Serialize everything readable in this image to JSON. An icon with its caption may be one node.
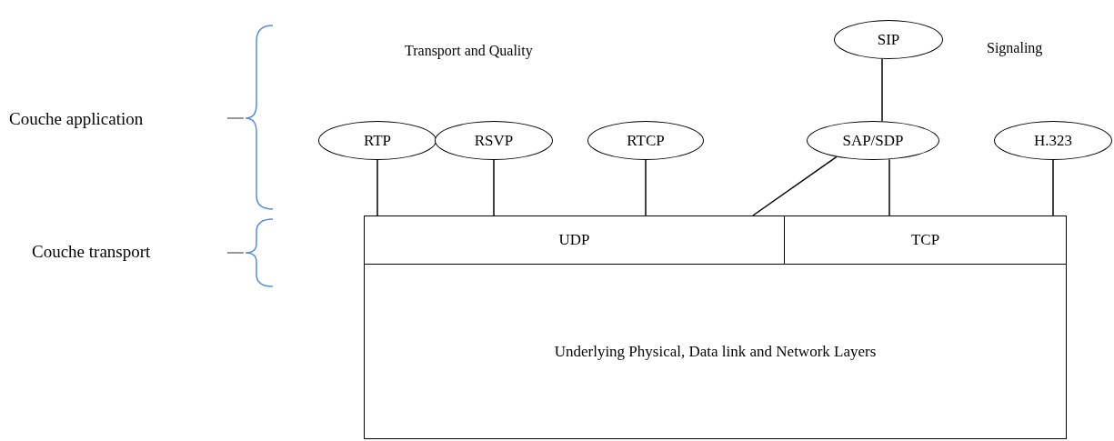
{
  "diagram": {
    "nodes": [
      {
        "text": [
          "SIP"
        ]
      },
      {
        "text": [
          "RTP"
        ]
      },
      {
        "text": [
          "RSVP"
        ]
      },
      {
        "text": [
          "RTCP"
        ]
      },
      {
        "text": [
          "SAP/SDP"
        ]
      },
      {
        "text": [
          "H.323"
        ]
      },
      {
        "text": [
          "UDP"
        ]
      },
      {
        "text": [
          "TCP"
        ]
      },
      {
        "text": [
          "Underlying Physical, Data link and Network Layers"
        ]
      }
    ],
    "edges": [
      {
        "from": 0,
        "to": 4,
        "arrow": "none"
      },
      {
        "from": 1,
        "to": 6,
        "arrow": "none"
      },
      {
        "from": 2,
        "to": 6,
        "arrow": "none"
      },
      {
        "from": 3,
        "to": 6,
        "arrow": "none"
      },
      {
        "from": 4,
        "to": 6,
        "arrow": "none"
      },
      {
        "from": 4,
        "to": 7,
        "arrow": "none"
      },
      {
        "from": 5,
        "to": 7,
        "arrow": "none"
      }
    ],
    "labels": [
      "Transport and Quality",
      "Signaling",
      "Couche application",
      "Couche transport"
    ]
  }
}
